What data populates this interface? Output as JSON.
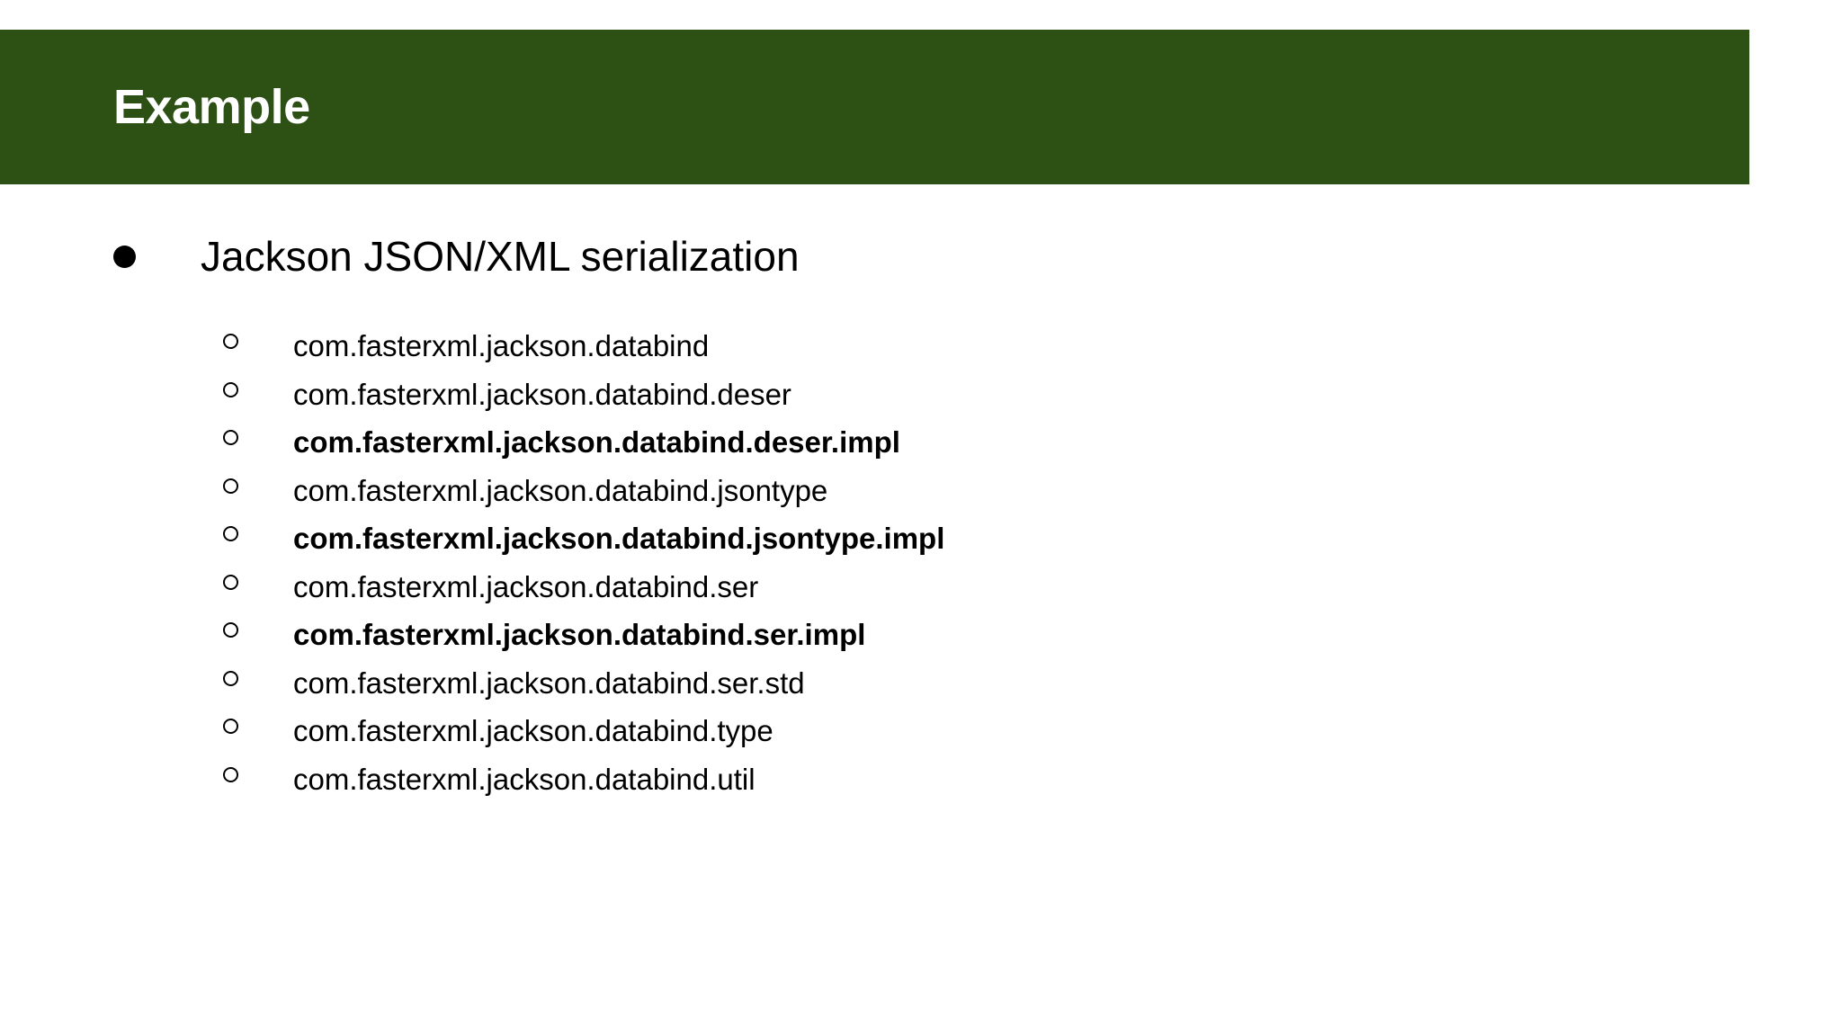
{
  "slide": {
    "title": "Example",
    "accent_color": "#2d5015",
    "background_color": "#ffffff",
    "text_color": "#000000",
    "title_color": "#ffffff"
  },
  "content": {
    "bullets": [
      {
        "level": 1,
        "marker": "filled-disc",
        "text": "Jackson JSON/XML serialization",
        "bold": false
      }
    ],
    "sub_bullets": [
      {
        "marker": "hollow-circle",
        "text": "com.fasterxml.jackson.databind",
        "bold": false
      },
      {
        "marker": "hollow-circle",
        "text": "com.fasterxml.jackson.databind.deser",
        "bold": false
      },
      {
        "marker": "hollow-circle",
        "text": "com.fasterxml.jackson.databind.deser.impl",
        "bold": true
      },
      {
        "marker": "hollow-circle",
        "text": "com.fasterxml.jackson.databind.jsontype",
        "bold": false
      },
      {
        "marker": "hollow-circle",
        "text": "com.fasterxml.jackson.databind.jsontype.impl",
        "bold": true
      },
      {
        "marker": "hollow-circle",
        "text": "com.fasterxml.jackson.databind.ser",
        "bold": false
      },
      {
        "marker": "hollow-circle",
        "text": "com.fasterxml.jackson.databind.ser.impl",
        "bold": true
      },
      {
        "marker": "hollow-circle",
        "text": "com.fasterxml.jackson.databind.ser.std",
        "bold": false
      },
      {
        "marker": "hollow-circle",
        "text": "com.fasterxml.jackson.databind.type",
        "bold": false
      },
      {
        "marker": "hollow-circle",
        "text": "com.fasterxml.jackson.databind.util",
        "bold": false
      }
    ]
  }
}
